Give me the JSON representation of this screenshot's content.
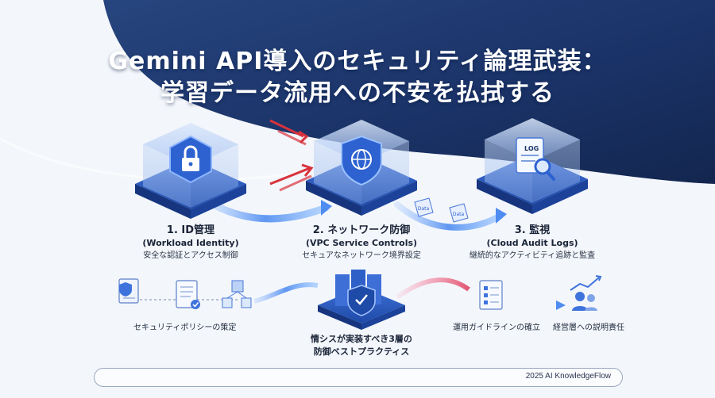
{
  "title": {
    "line1": "Gemini API導入のセキュリティ論理武装：",
    "line2": "学習データ流用への不安を払拭する"
  },
  "pillars": [
    {
      "heading": "1. ID管理",
      "sub": "(Workload Identity)",
      "desc": "安全な認証とアクセス制御",
      "icon": "padlock-icon"
    },
    {
      "heading": "2. ネットワーク防御",
      "sub": "(VPC Service Controls)",
      "desc": "セキュアなネットワーク境界設定",
      "icon": "globe-shield-icon"
    },
    {
      "heading": "3. 監視",
      "sub": "(Cloud Audit Logs)",
      "desc": "継続的なアクティビティ追跡と監査",
      "icon": "log-magnifier-icon"
    }
  ],
  "flow_labels": {
    "data1": "Data",
    "data2": "Data",
    "log": "LOG"
  },
  "bottom": {
    "policy": "セキュリティポリシーの策定",
    "best_line1": "情シスが実装すべき3層の",
    "best_line2": "防御ベストプラクティス",
    "guideline": "運用ガイドラインの確立",
    "accountability": "経営層への説明責任"
  },
  "footer": {
    "text": "2025 AI KnowledgeFlow"
  },
  "colors": {
    "navy": "#1c3468",
    "accent": "#2f6fe0",
    "red": "#d8323c",
    "cube": "#4f86e6"
  }
}
